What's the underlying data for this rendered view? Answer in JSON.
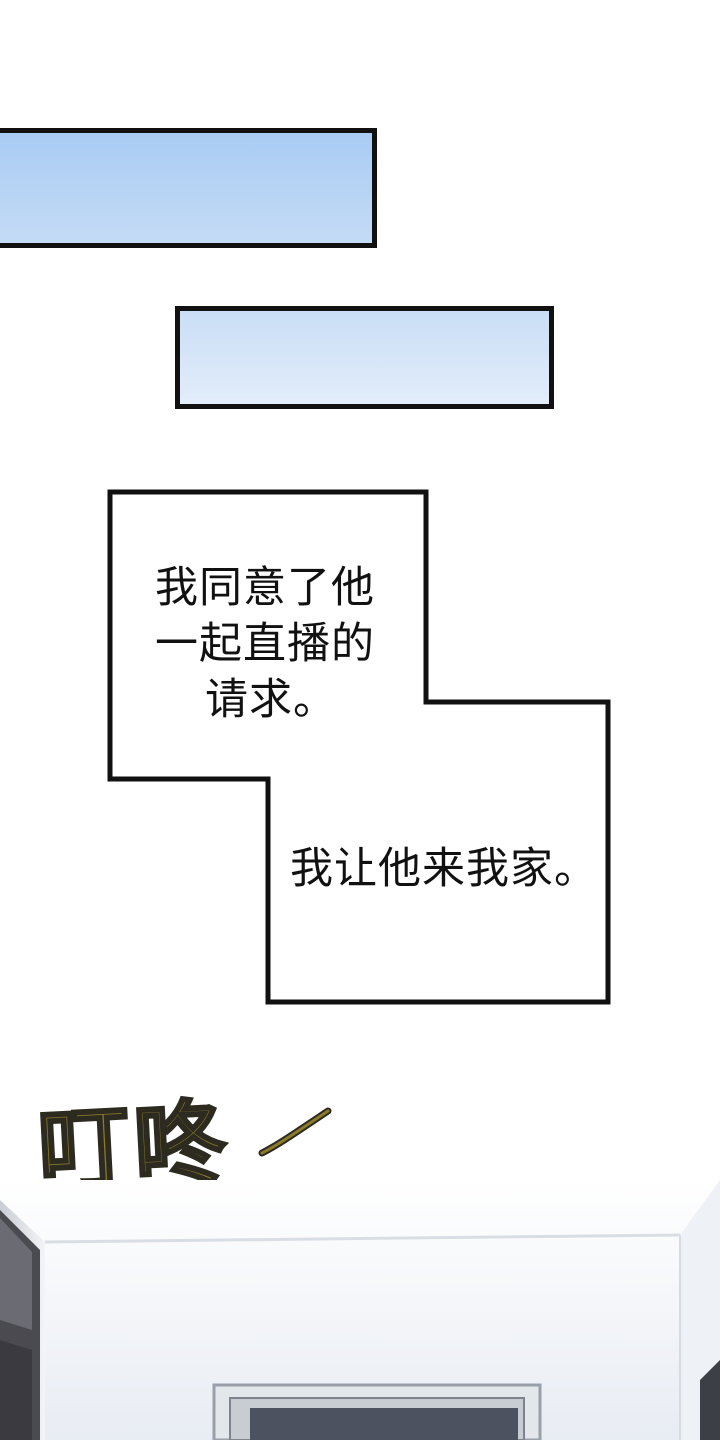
{
  "narration_box_1": {
    "lines": [
      "我同意了他",
      "一起直播的",
      "请求。"
    ]
  },
  "narration_box_2": {
    "text": "我让他来我家。"
  },
  "sound_effect": {
    "text": "叮咚"
  },
  "colors": {
    "sky_top": "#a9ccf4",
    "sky_light": "#e3edfa",
    "sfx_fill": "#8a7a2a",
    "outline": "#111111"
  }
}
